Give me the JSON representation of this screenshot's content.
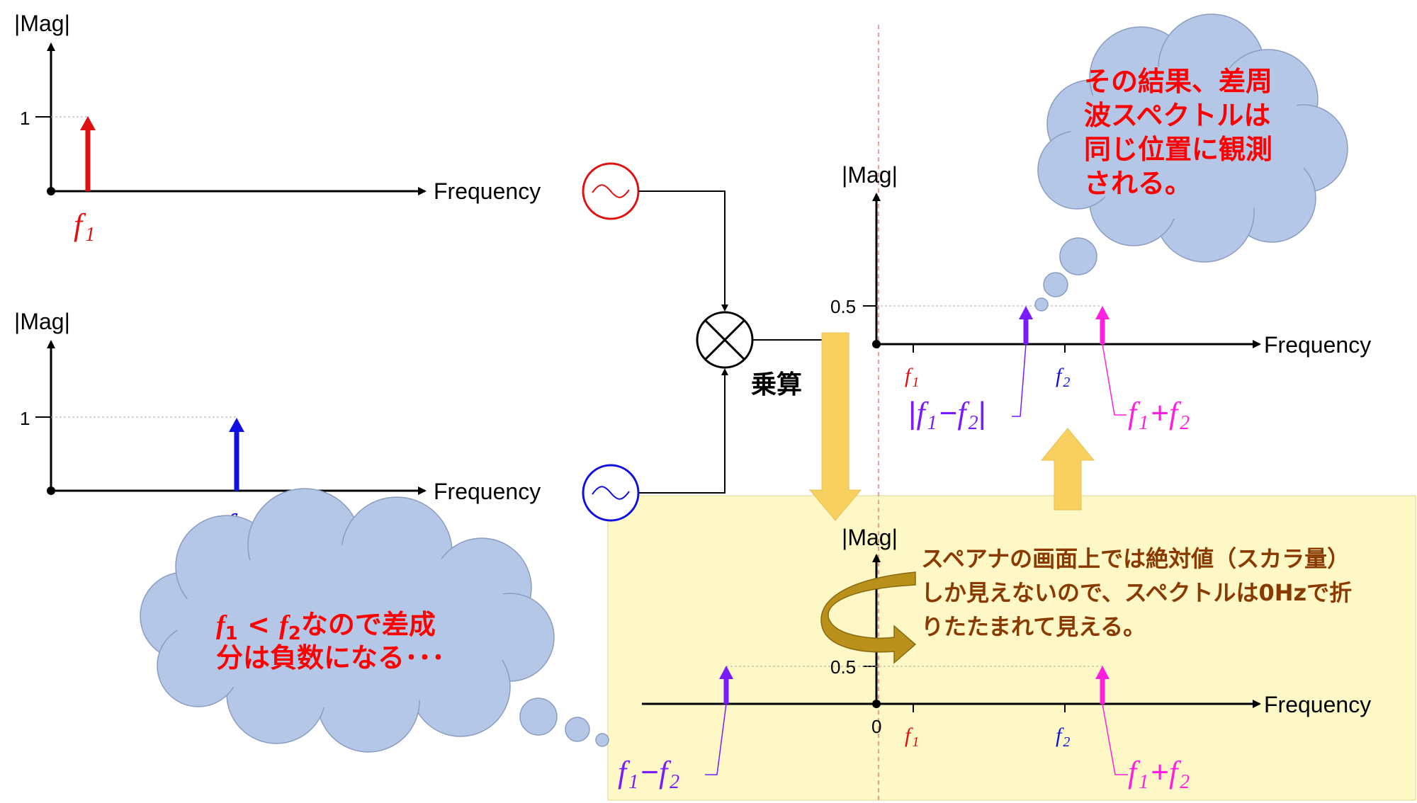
{
  "axis_label_mag": "|Mag|",
  "axis_label_freq": "Frequency",
  "colors": {
    "f1": "#e01010",
    "f2": "#1010e0",
    "diff": "#7a1aff",
    "sum": "#ff20e0",
    "note_top": "#ff0000",
    "note_bottom": "#ff0000",
    "note_right": "#8a3a00",
    "cloud": "#b4c7e7",
    "panel": "#fdf8c6",
    "arrow": "#f8d060"
  },
  "graph1": {
    "tick": "1",
    "peak_label": "f",
    "peak_sub": "1"
  },
  "graph2": {
    "tick": "1",
    "peak_label": "f",
    "peak_sub": "2"
  },
  "multiplier_label": "乗算",
  "result_graph": {
    "tick": "0.5",
    "ticks": [
      {
        "t": "f",
        "s": "1"
      },
      {
        "t": "f",
        "s": "2"
      }
    ],
    "diff_label": {
      "pre": "|",
      "t1": "f",
      "s1": "1",
      "op": "−",
      "t2": "f",
      "s2": "2",
      "post": "|"
    },
    "sum_label": {
      "t1": "f",
      "s1": "1",
      "op": "+",
      "t2": "f",
      "s2": "2"
    }
  },
  "bottom_graph": {
    "tick": "0.5",
    "zero": "0",
    "ticks": [
      {
        "t": "f",
        "s": "1"
      },
      {
        "t": "f",
        "s": "2"
      }
    ],
    "diff_label": {
      "t1": "f",
      "s1": "1",
      "op": "−",
      "t2": "f",
      "s2": "2"
    },
    "sum_label": {
      "t1": "f",
      "s1": "1",
      "op": "+",
      "t2": "f",
      "s2": "2"
    }
  },
  "note_top": [
    "その結果、差周",
    "波スペクトルは",
    "同じ位置に観測",
    "される。"
  ],
  "note_bottom": {
    "line1_t1": "f",
    "line1_s1": "1",
    "line1_op": " < ",
    "line1_t2": "f",
    "line1_s2": "2",
    "line1_rest": "なので差成",
    "line2": "分は負数になる･･･"
  },
  "note_right": [
    "スペアナの画面上では絶対値（スカラ量）",
    "しか見えないので、スペクトルは0Hzで折",
    "りたたまれて見える。"
  ]
}
